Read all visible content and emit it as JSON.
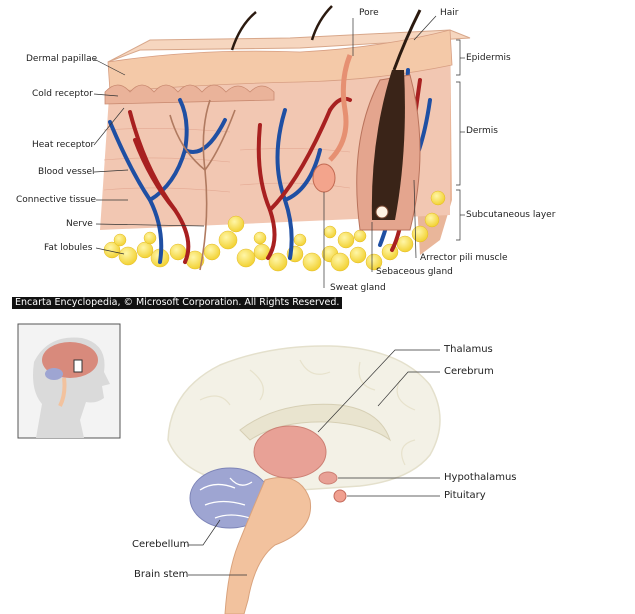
{
  "skin": {
    "labels": {
      "pore": "Pore",
      "hair": "Hair",
      "epidermis": "Epidermis",
      "dermal_papillae": "Dermal papillae",
      "cold_receptor": "Cold receptor",
      "dermis": "Dermis",
      "heat_receptor": "Heat receptor",
      "blood_vessel": "Blood vessel",
      "connective_tissue": "Connective tissue",
      "nerve": "Nerve",
      "fat_lobules": "Fat lobules",
      "subcutaneous_layer": "Subcutaneous layer",
      "arrector_pili_muscle": "Arrector pili muscle",
      "sebaceous_gland": "Sebaceous gland",
      "sweat_gland": "Sweat gland"
    },
    "colors": {
      "epidermis": "#f4c9a8",
      "dermis": "#f0c3b0",
      "fat": "#f8e04a",
      "artery": "#a82020",
      "vein": "#1f4fa3"
    }
  },
  "credit": "Encarta Encyclopedia, © Microsoft Corporation. All Rights Reserved.",
  "brain": {
    "labels": {
      "thalamus": "Thalamus",
      "cerebrum": "Cerebrum",
      "hypothalamus": "Hypothalamus",
      "pituitary": "Pituitary",
      "cerebellum": "Cerebellum",
      "brain_stem": "Brain stem"
    },
    "colors": {
      "cerebrum": "#f3f1e6",
      "thalamus": "#e8a196",
      "cerebellum": "#9ea5d2",
      "brain_stem": "#f2c29e"
    }
  }
}
